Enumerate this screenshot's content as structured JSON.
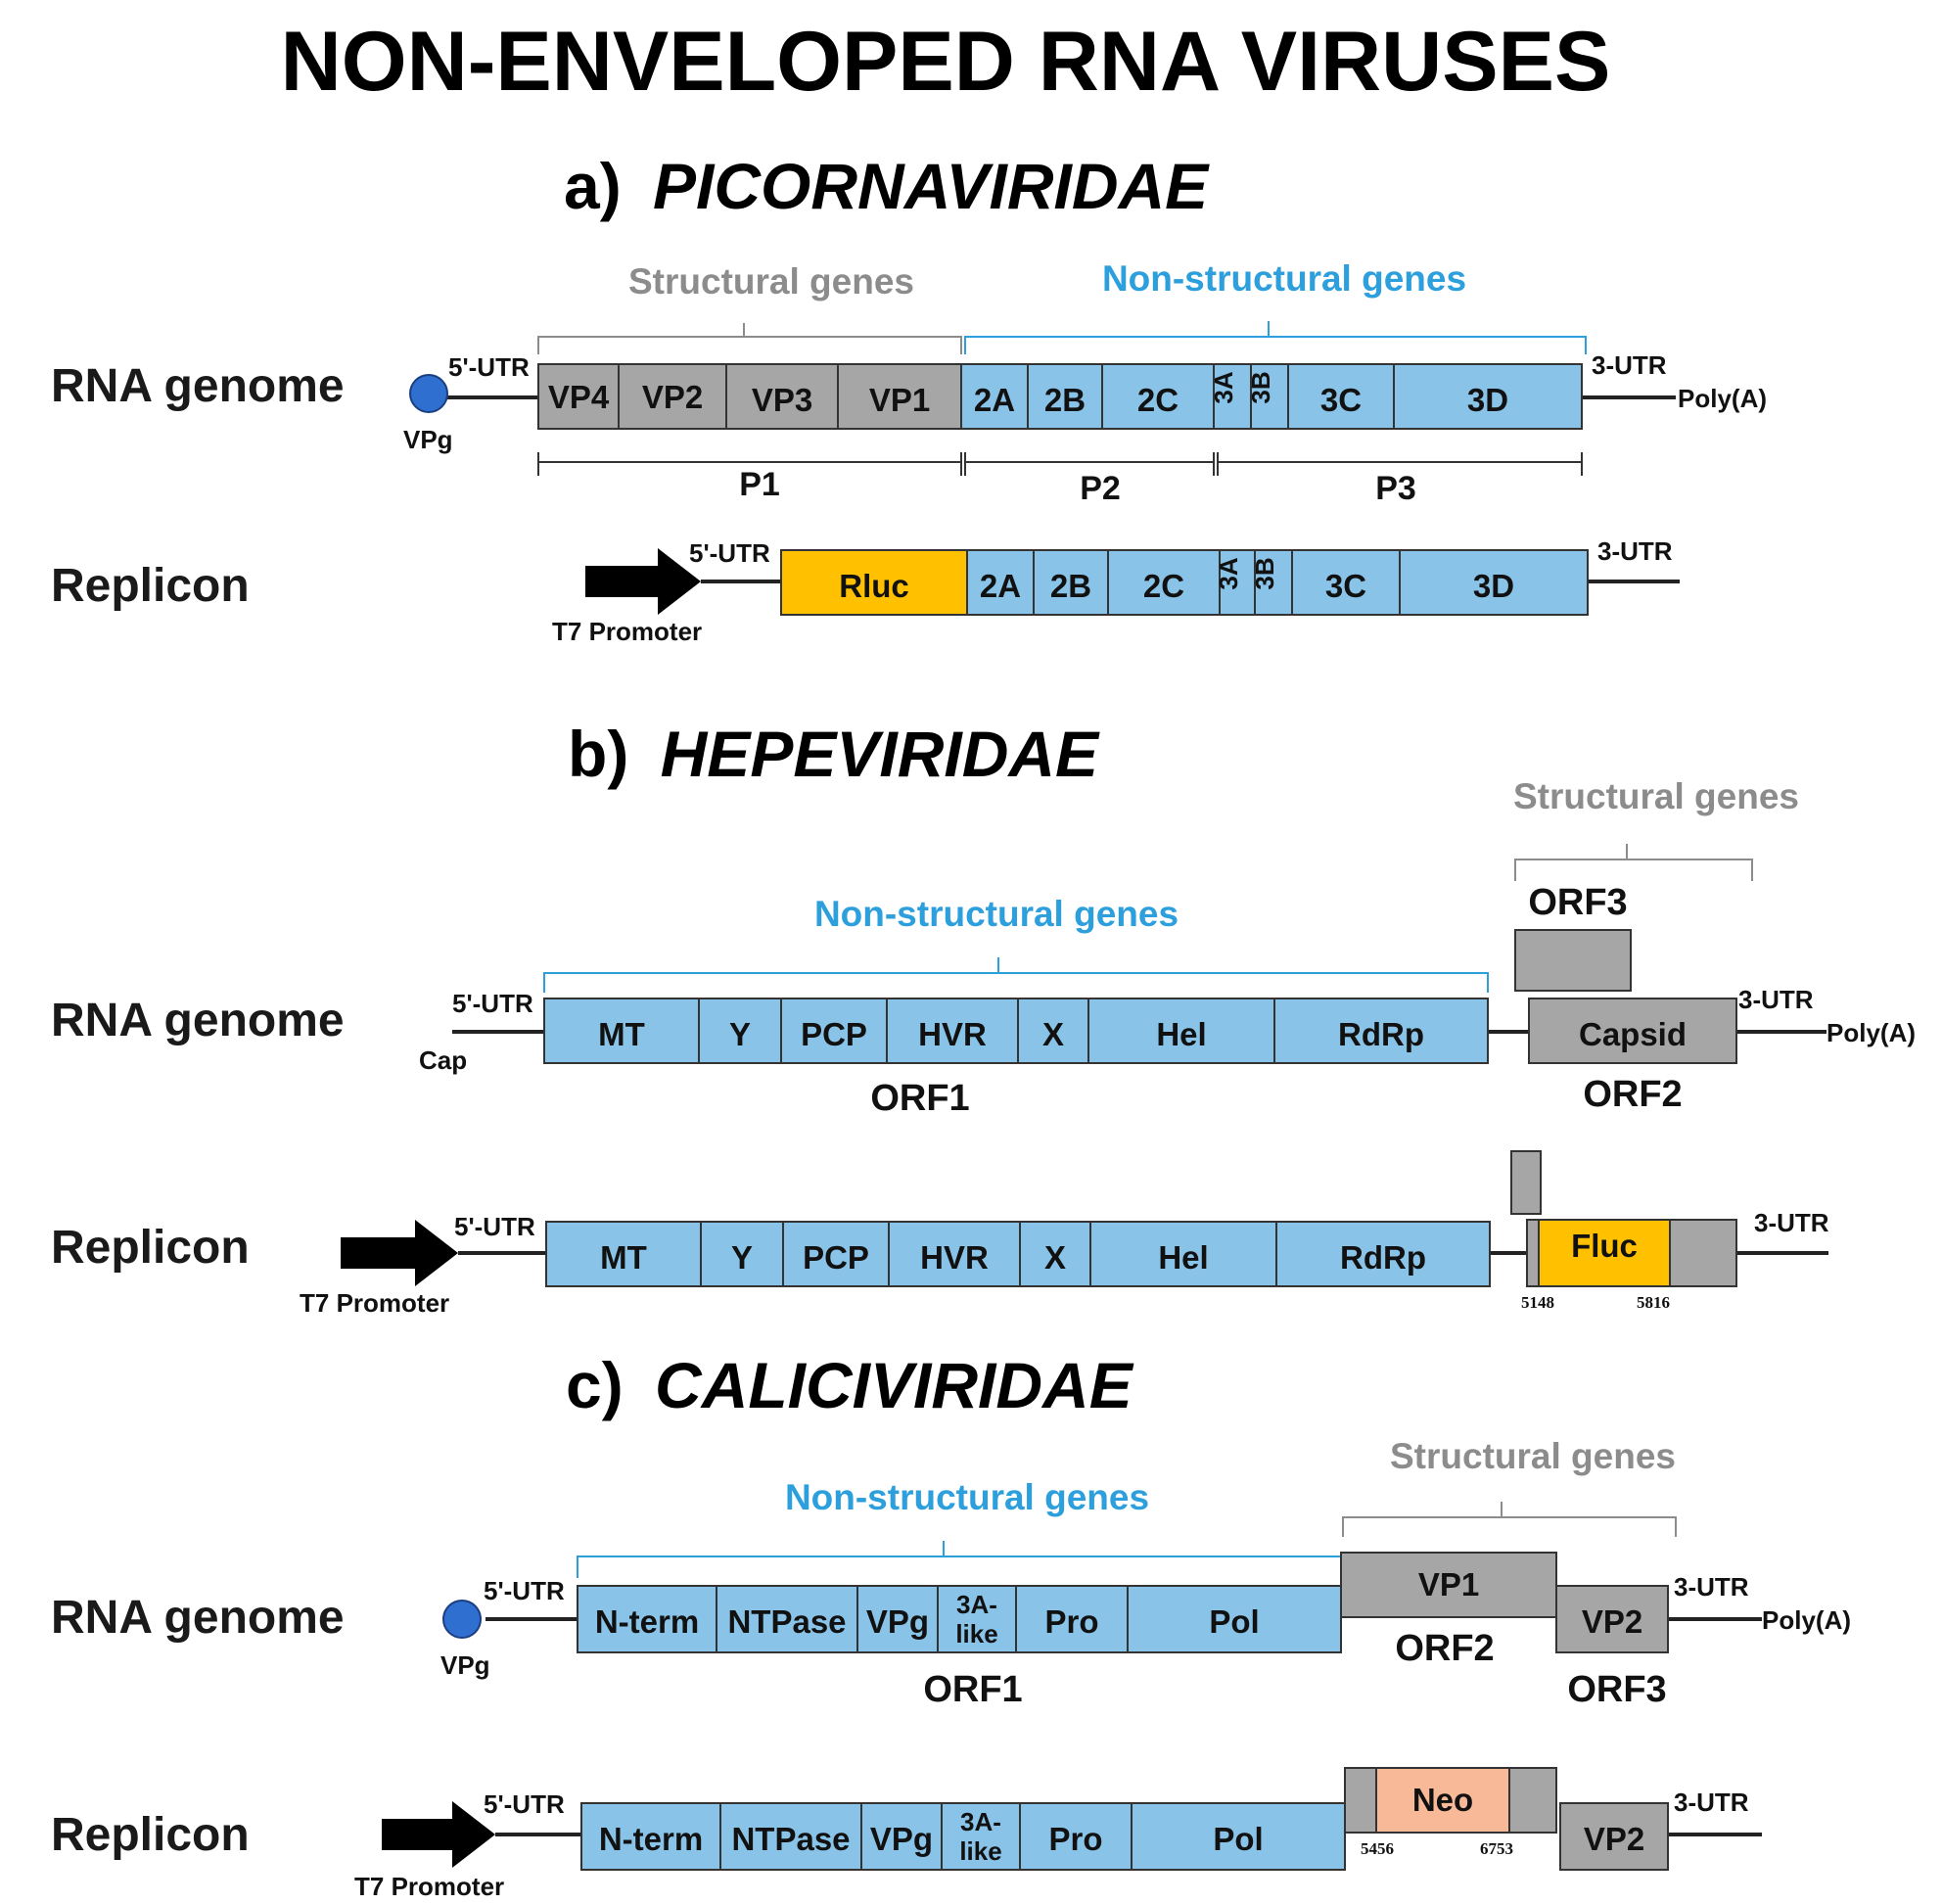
{
  "title": "NON-ENVELOPED RNA VIRUSES",
  "colors": {
    "nonstructural": "#89c3e8",
    "structural": "#a6a6a6",
    "rluc": "#ffc000",
    "fluc": "#ffc000",
    "neo": "#f8b998",
    "nonstructural_label": "#2c9fdc",
    "structural_label": "#8c8c8c",
    "vpg_dot": "#2f6fd0"
  },
  "sections": {
    "a": {
      "title_prefix": "a)",
      "title_name": "PICORNAVIRIDAE",
      "row_genome": "RNA genome",
      "row_replicon": "Replicon",
      "structural_label": "Structural genes",
      "nonstructural_label": "Non-structural genes",
      "utr5": "5'-UTR",
      "utr3": "3-UTR",
      "polya": "Poly(A)",
      "vpg": "VPg",
      "t7": "T7 Promoter",
      "genome_genes": [
        "VP4",
        "VP2",
        "VP3",
        "VP1",
        "2A",
        "2B",
        "2C",
        "3A",
        "3B",
        "3C",
        "3D"
      ],
      "polyproteins": [
        "P1",
        "P2",
        "P3"
      ],
      "replicon_genes": [
        "Rluc",
        "2A",
        "2B",
        "2C",
        "3A",
        "3B",
        "3C",
        "3D"
      ]
    },
    "b": {
      "title_prefix": "b)",
      "title_name": "HEPEVIRIDAE",
      "row_genome": "RNA genome",
      "row_replicon": "Replicon",
      "structural_label": "Structural genes",
      "nonstructural_label": "Non-structural genes",
      "utr5": "5'-UTR",
      "utr3": "3-UTR",
      "polya": "Poly(A)",
      "cap": "Cap",
      "t7": "T7 Promoter",
      "genome_genes": [
        "MT",
        "Y",
        "PCP",
        "HVR",
        "X",
        "Hel",
        "RdRp"
      ],
      "orf1": "ORF1",
      "orf2": "ORF2",
      "orf3": "ORF3",
      "capsid": "Capsid",
      "replicon_genes": [
        "MT",
        "Y",
        "PCP",
        "HVR",
        "X",
        "Hel",
        "RdRp"
      ],
      "fluc": "Fluc",
      "pos_left": "5148",
      "pos_right": "5816"
    },
    "c": {
      "title_prefix": "c)",
      "title_name": "CALICIVIRIDAE",
      "row_genome": "RNA genome",
      "row_replicon": "Replicon",
      "structural_label": "Structural genes",
      "nonstructural_label": "Non-structural genes",
      "utr5": "5'-UTR",
      "utr3": "3-UTR",
      "polya": "Poly(A)",
      "vpg": "VPg",
      "t7": "T7 Promoter",
      "genome_genes": [
        "N-term",
        "NTPase",
        "VPg",
        "3A-like",
        "Pro",
        "Pol"
      ],
      "orf1": "ORF1",
      "orf2": "ORF2",
      "orf3": "ORF3",
      "vp1": "VP1",
      "vp2": "VP2",
      "replicon_genes": [
        "N-term",
        "NTPase",
        "VPg",
        "3A-like",
        "Pro",
        "Pol"
      ],
      "neo": "Neo",
      "pos_left": "5456",
      "pos_right": "6753"
    }
  }
}
